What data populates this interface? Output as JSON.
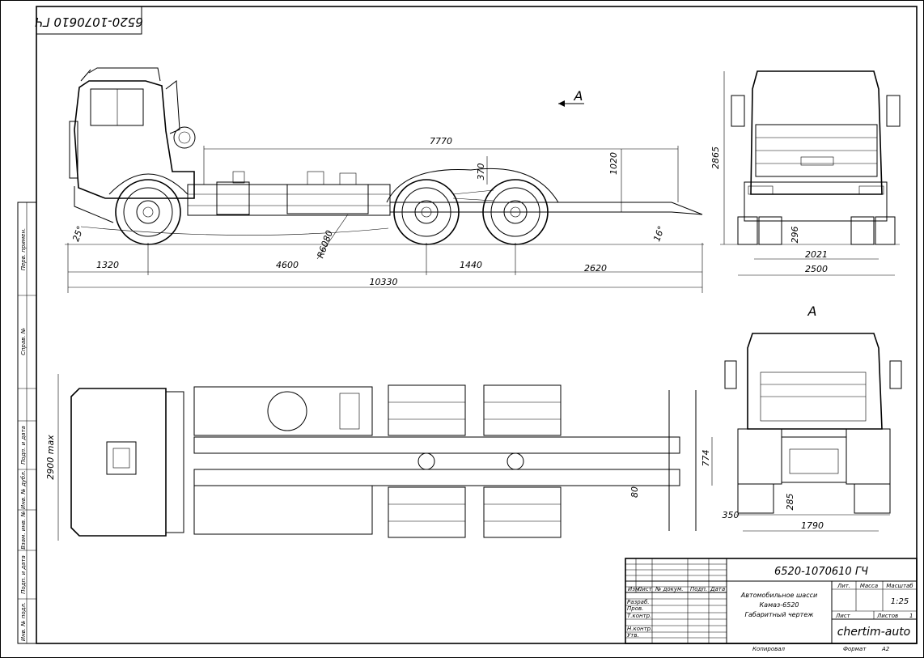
{
  "drawing_code": "6520-1070610 ГЧ",
  "drawing_code_mirrored": "6520-1070610 ГЧ",
  "view_label_top": "А",
  "view_label_rear": "А",
  "side_view": {
    "dims": [
      "7770",
      "370",
      "1020",
      "R6080",
      "25°",
      "16°",
      "1320",
      "4600",
      "1440",
      "2620",
      "10330"
    ]
  },
  "front_view": {
    "dims": [
      "2865",
      "296",
      "2021",
      "2500"
    ]
  },
  "top_view": {
    "dims": [
      "2900 max",
      "80",
      "774"
    ]
  },
  "rear_view": {
    "dims": [
      "350",
      "285",
      "1790"
    ]
  },
  "left_strip": [
    "Перв. примен.",
    "Справ. №",
    "Подп. и дата",
    "Инв. № дубл.",
    "Взам. инв. №",
    "Подп. и дата",
    "Инв. № подл."
  ],
  "title_block": {
    "code": "6520-1070610 ГЧ",
    "name_lines": [
      "Автомобильное шасси",
      "Камаз-6520",
      "Габаритный чертеж"
    ],
    "header_cols": [
      "Изм.",
      "Лист",
      "№ докум.",
      "Подп.",
      "Дата"
    ],
    "rows": [
      "Разраб.",
      "Пров.",
      "Т.контр.",
      "Н.контр.",
      "Утв."
    ],
    "lit": "Лит.",
    "mass": "Масса",
    "scale": "Масштаб",
    "scale_val": "1:25",
    "sheet": "Лист",
    "sheets": "Листов",
    "sheets_val": "1",
    "org": "chertim-auto",
    "copied": "Копировал",
    "format": "Формат",
    "format_val": "А2"
  }
}
